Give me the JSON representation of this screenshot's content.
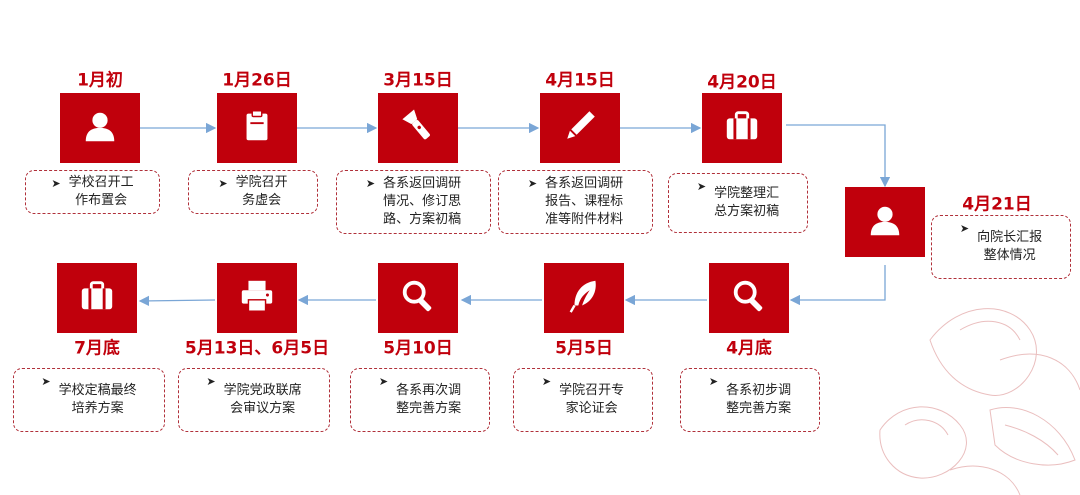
{
  "colors": {
    "accent": "#c0000c",
    "connector": "#7aa6d6",
    "note_border": "#b0303a"
  },
  "bullet": "➤",
  "steps": [
    {
      "date": "1月初",
      "icon": "user-icon",
      "lines": [
        "学校召开工",
        "作布置会"
      ]
    },
    {
      "date": "1月26日",
      "icon": "clipboard-icon",
      "lines": [
        "学院召开",
        "务虚会"
      ]
    },
    {
      "date": "3月15日",
      "icon": "flashlight-icon",
      "lines": [
        "各系返回调研",
        "情况、修订思",
        "路、方案初稿"
      ]
    },
    {
      "date": "4月15日",
      "icon": "pencil-icon",
      "lines": [
        "各系返回调研",
        "报告、课程标",
        "准等附件材料"
      ]
    },
    {
      "date": "4月20日",
      "icon": "briefcase-icon",
      "lines": [
        "学院整理汇",
        "总方案初稿"
      ]
    },
    {
      "date": "4月21日",
      "icon": "user-icon",
      "lines": [
        "向院长汇报",
        "整体情况"
      ]
    },
    {
      "date": "4月底",
      "icon": "search-icon",
      "lines": [
        "各系初步调",
        "整完善方案"
      ]
    },
    {
      "date": "5月5日",
      "icon": "feather-icon",
      "lines": [
        "学院召开专",
        "家论证会"
      ]
    },
    {
      "date": "5月10日",
      "icon": "search-icon",
      "lines": [
        "各系再次调",
        "整完善方案"
      ]
    },
    {
      "date": "5月13日、6月5日",
      "icon": "printer-icon",
      "lines": [
        "学院党政联席",
        "会审议方案"
      ]
    },
    {
      "date": "7月底",
      "icon": "briefcase-icon",
      "lines": [
        "学校定稿最终",
        "培养方案"
      ]
    }
  ]
}
